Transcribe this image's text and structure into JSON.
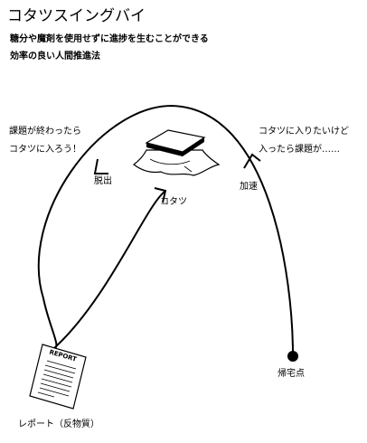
{
  "title": "コタツスイングバイ",
  "subtitle_line1": "糖分や魔剤を使用せずに進捗を生むことができる",
  "subtitle_line2": "効率の良い人間推進法",
  "labels": {
    "left_note_line1": "課題が終わったら",
    "left_note_line2": "コタツに入ろう！",
    "escape": "脱出",
    "kotatsu": "コタツ",
    "right_note_line1": "コタツに入りたいけど",
    "right_note_line2": "入ったら課題が……",
    "accelerate": "加速",
    "home_point": "帰宅点",
    "report": "レポート（反物質）",
    "report_paper_heading": "REPORT"
  }
}
